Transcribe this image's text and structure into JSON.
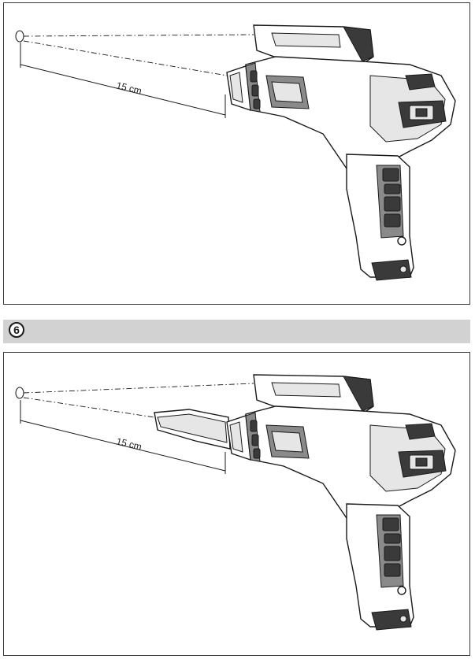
{
  "section": {
    "step_number": "6"
  },
  "figures": [
    {
      "distance_label": "15 cm",
      "attachment": "none"
    },
    {
      "distance_label": "15 cm",
      "attachment": "flat-nozzle"
    }
  ]
}
